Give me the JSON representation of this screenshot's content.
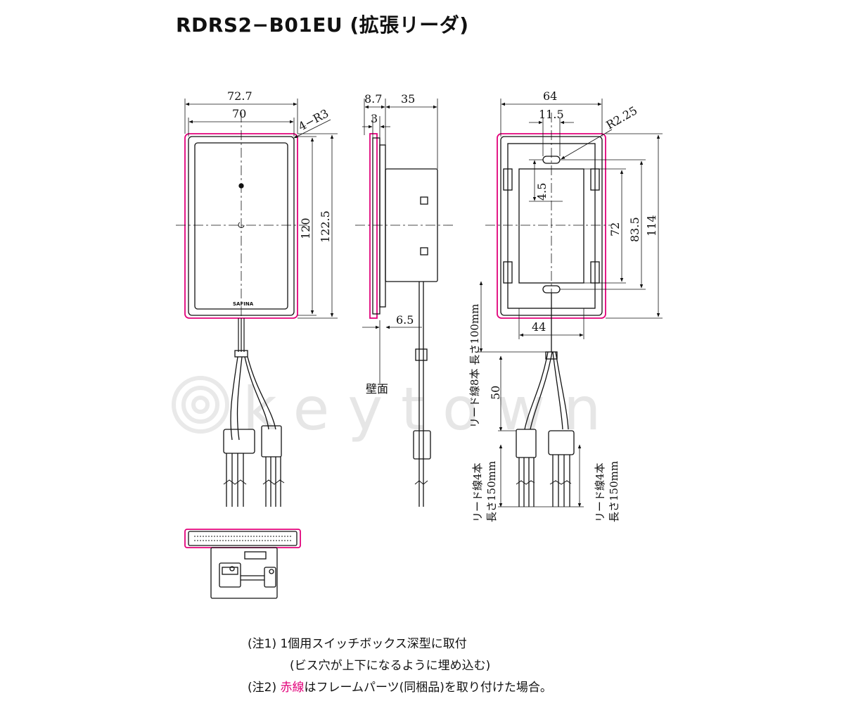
{
  "title": "RDRS2−B01EU (拡張リーダ)",
  "watermark": "keytown",
  "colors": {
    "frame_line": "#e2007a",
    "drawing_line": "#111111"
  },
  "front_view": {
    "width_outer": "72.7",
    "width_inner": "70",
    "corner": "4−R3",
    "height_inner": "120",
    "height_outer": "122.5",
    "brand_mark": "SAFINA"
  },
  "side_view": {
    "flange": "8.7",
    "depth": "35",
    "plate": "3",
    "offset": "6.5",
    "wall_label": "壁面"
  },
  "rear_view": {
    "width": "64",
    "hole_spacing": "11.5",
    "corner": "R2.25",
    "hole_offset": "4.5",
    "inner_height": "72",
    "pitch": "83.5",
    "height": "114",
    "bottom_width": "44",
    "lead_length": "50",
    "lead8": "リード線8本 長さ100mm",
    "lead4_a_line1": "リード線4本",
    "lead4_a_line2": "長さ150mm",
    "lead4_b_line1": "リード線4本",
    "lead4_b_line2": "長さ150mm"
  },
  "notes": {
    "note1": "(注1) 1個用スイッチボックス深型に取付",
    "note1_sub": "(ビス穴が上下になるように埋め込む)",
    "note2_prefix": "(注2) ",
    "note2_red": "赤線",
    "note2_suffix": "はフレームパーツ(同梱品)を取り付けた場合。"
  }
}
